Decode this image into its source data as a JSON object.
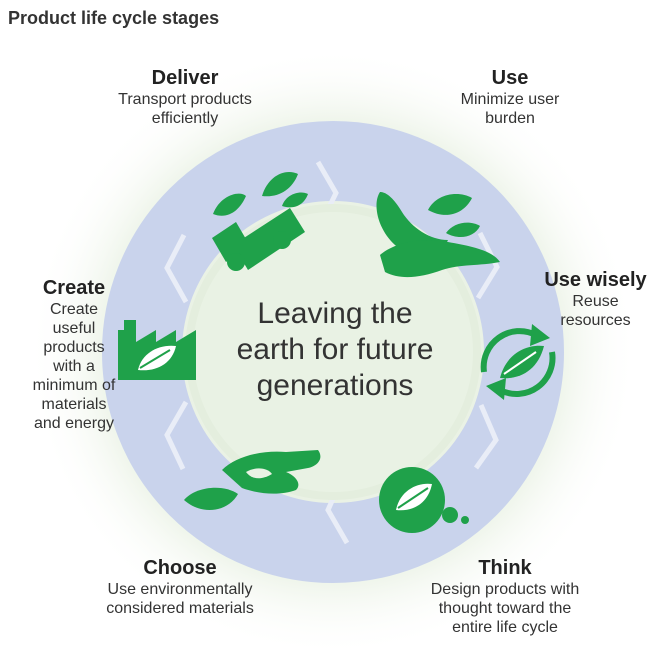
{
  "title": "Product life cycle stages",
  "center": "Leaving the\nearth for future\ngenerations",
  "colors": {
    "ring": "#c9d3ec",
    "ring_divider": "#e8ecf6",
    "inner_glow": "#e6f0e2",
    "outer_glow": "#eef5ea",
    "green": "#1fa14a",
    "leaf": "#ffffff"
  },
  "stages": {
    "deliver": {
      "name": "Deliver",
      "desc": "Transport products\nefficiently",
      "icon": "truck-icon"
    },
    "use": {
      "name": "Use",
      "desc": "Minimize user\nburden",
      "icon": "hands-leaf-icon"
    },
    "use_wisely": {
      "name": "Use wisely",
      "desc": "Reuse\nresources",
      "icon": "recycle-leaf-icon"
    },
    "think": {
      "name": "Think",
      "desc": "Design products with\nthought toward the\nentire life cycle",
      "icon": "thought-leaf-icon"
    },
    "choose": {
      "name": "Choose",
      "desc": "Use environmentally\nconsidered materials",
      "icon": "hand-leaf-icon"
    },
    "create": {
      "name": "Create",
      "desc": "Create\nuseful\nproducts\nwith a\nminimum of\nmaterials\nand energy",
      "icon": "factory-leaf-icon"
    }
  }
}
